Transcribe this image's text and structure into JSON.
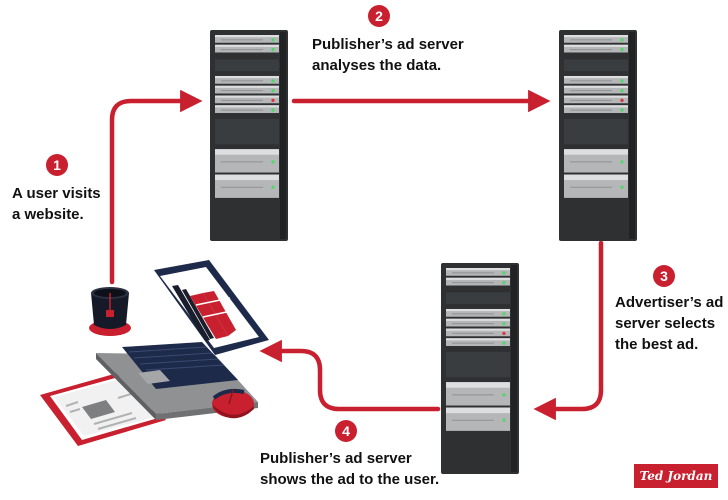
{
  "diagram": {
    "steps": [
      {
        "number": "1",
        "lines": [
          "A user visits",
          "a website."
        ]
      },
      {
        "number": "2",
        "lines": [
          "Publisher’s ad server",
          "analyses the data."
        ]
      },
      {
        "number": "3",
        "lines": [
          "Advertiser’s ad",
          "server selects",
          "the best ad."
        ]
      },
      {
        "number": "4",
        "lines": [
          "Publisher’s ad server",
          "shows the ad to the user."
        ]
      }
    ],
    "logo_text": "Ted Jordan"
  },
  "colors": {
    "arrow": "#c8202f",
    "server_dark": "#2e3032",
    "server_bay": "#b4b6b8",
    "laptop_navy": "#1e2a4a",
    "laptop_grey": "#8f9193"
  }
}
